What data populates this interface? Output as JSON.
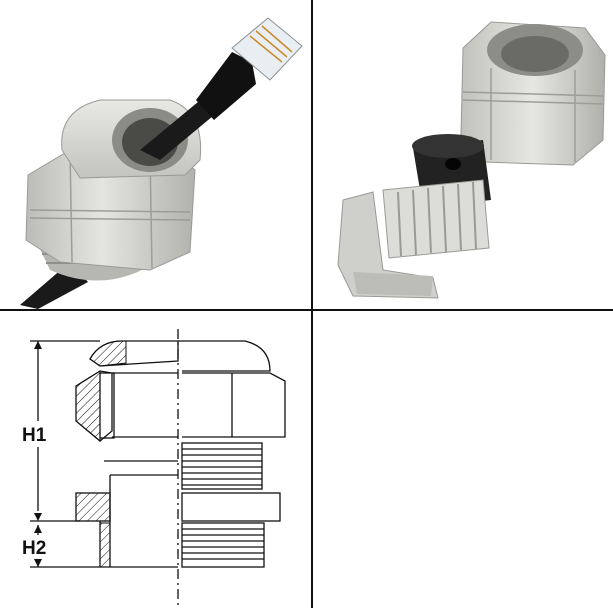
{
  "panels": [
    {
      "id": "assembled",
      "content": "cable-gland-with-rj45-cable"
    },
    {
      "id": "exploded",
      "content": "cable-gland-exploded-parts"
    },
    {
      "id": "drawing",
      "content": "cable-gland-cross-section"
    },
    {
      "id": "empty",
      "content": ""
    }
  ],
  "dimensions": {
    "h1_label": "H1",
    "h2_label": "H2"
  },
  "colors": {
    "gland_grey": "#d6d6d2",
    "gland_shadow": "#a9a9a4",
    "cable_black": "#1a1a1a",
    "seal_black": "#222222",
    "line": "#111111"
  }
}
